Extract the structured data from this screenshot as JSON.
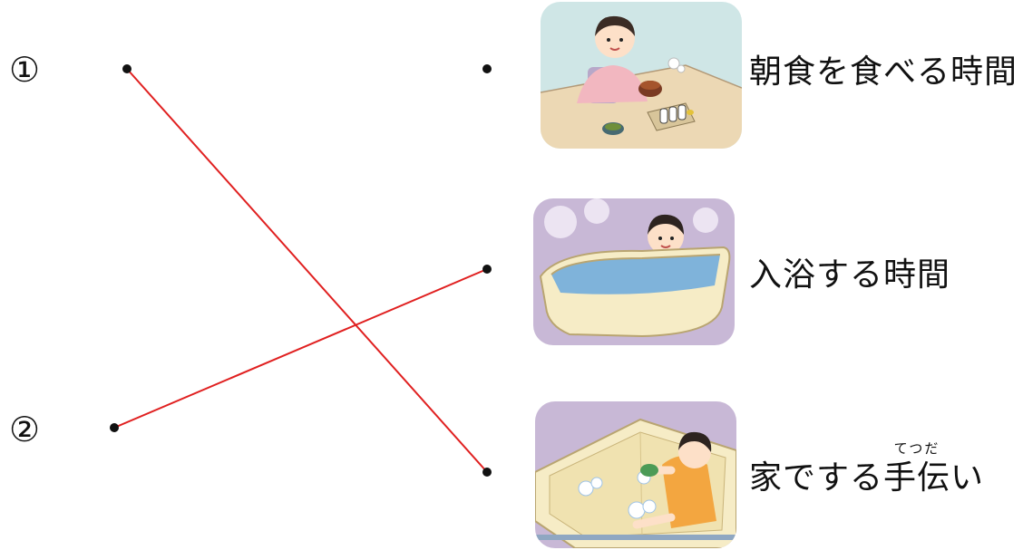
{
  "left_items": [
    {
      "marker": "①"
    },
    {
      "marker": "②"
    }
  ],
  "right_items": [
    {
      "label": "朝食を食べる時間",
      "illustration": "breakfast"
    },
    {
      "label": "入浴する時間",
      "illustration": "bathing"
    },
    {
      "label_before": "家でする",
      "label_ruby_base": "手伝",
      "label_ruby": "てつだ",
      "label_after": "い",
      "illustration": "cleaning-bath"
    }
  ],
  "connections": [
    {
      "from": "①",
      "to": "家でする手伝い"
    },
    {
      "from": "②",
      "to": "入浴する時間"
    }
  ],
  "line_color": "#e02020"
}
